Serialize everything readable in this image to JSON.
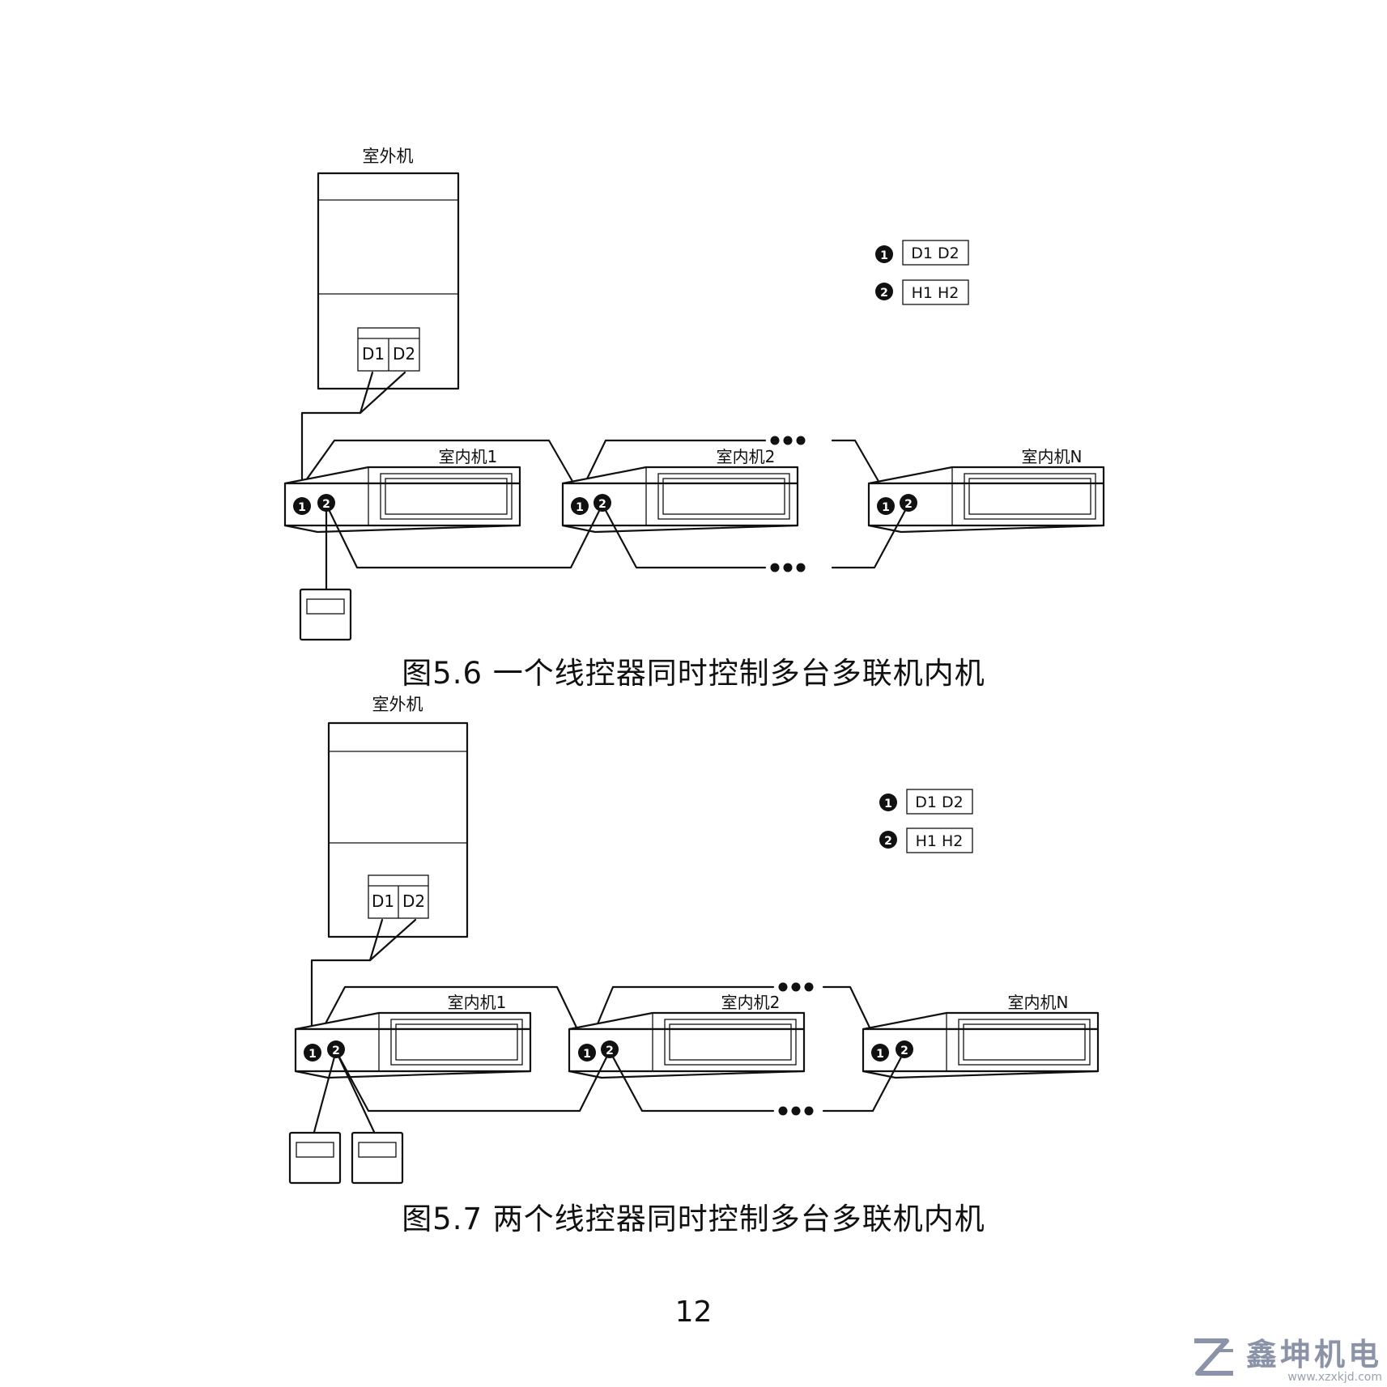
{
  "fig1": {
    "outdoor_label": "室外机",
    "terminal_d1": "D1",
    "terminal_d2": "D2",
    "legend_1_label": "D1 D2",
    "legend_2_label": "H1 H2",
    "marker_1": "1",
    "marker_2": "2",
    "indoor_labels": [
      "室内机1",
      "室内机2",
      "室内机N"
    ],
    "caption": "图5.6  一个线控器同时控制多台多联机内机"
  },
  "fig2": {
    "outdoor_label": "室外机",
    "terminal_d1": "D1",
    "terminal_d2": "D2",
    "legend_1_label": "D1 D2",
    "legend_2_label": "H1 H2",
    "marker_1": "1",
    "marker_2": "2",
    "indoor_labels": [
      "室内机1",
      "室内机2",
      "室内机N"
    ],
    "caption": "图5.7  两个线控器同时控制多台多联机内机"
  },
  "page_number": "12",
  "watermark": {
    "name": "鑫坤机电",
    "url": "www.xzxkjd.com"
  }
}
